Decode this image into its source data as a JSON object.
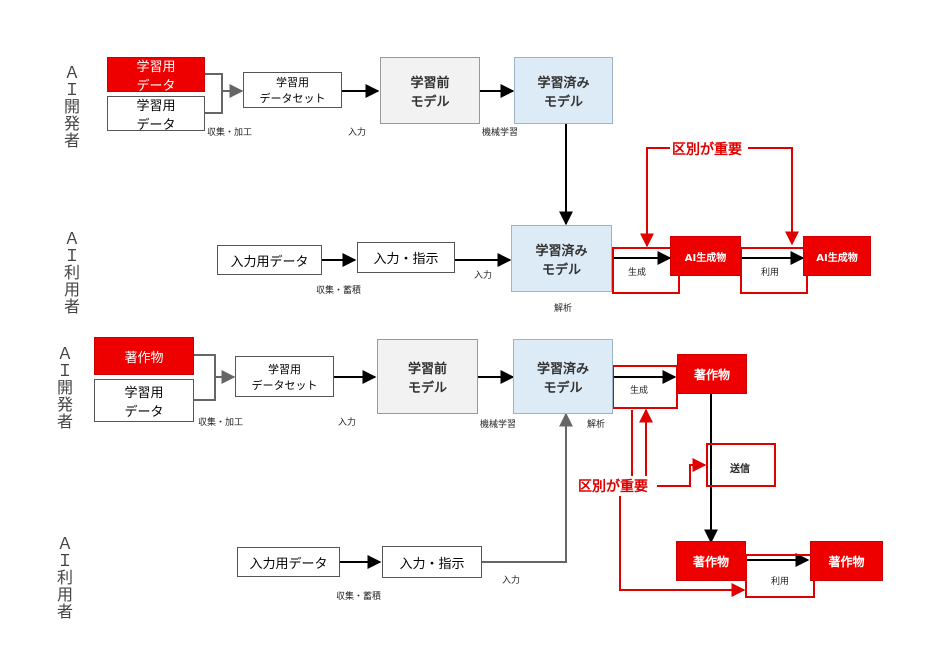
{
  "roles": {
    "developer": "ＡＩ開発者",
    "user": "ＡＩ利用者"
  },
  "top": {
    "data_red": "学習用\nデータ",
    "data_white": "学習用\nデータ",
    "dataset": "学習用\nデータセット",
    "pre_model": "学習前\nモデル",
    "trained_model_dev": "学習済み\nモデル",
    "label_collect": "収集・加工",
    "label_input": "入力",
    "label_ml": "機械学習",
    "user_input_data": "入力用データ",
    "user_instruction": "入力・指示",
    "trained_model_user": "学習済み\nモデル",
    "label_collect_store": "収集・蓄積",
    "label_input_user": "入力",
    "label_analysis": "解析",
    "label_generate": "生成",
    "output_1": "AI生成物",
    "label_use": "利用",
    "output_2": "AI生成物",
    "callout": "区別が重要"
  },
  "bottom": {
    "data_red": "著作物",
    "data_white": "学習用\nデータ",
    "dataset": "学習用\nデータセット",
    "pre_model": "学習前\nモデル",
    "trained_model": "学習済み\nモデル",
    "label_collect": "収集・加工",
    "label_input": "入力",
    "label_ml": "機械学習",
    "label_analysis": "解析",
    "label_generate": "生成",
    "output_top": "著作物",
    "label_send": "送信",
    "callout": "区別が重要",
    "output_left": "著作物",
    "label_use": "利用",
    "output_right": "著作物",
    "user_input_data": "入力用データ",
    "user_instruction": "入力・指示",
    "label_collect_store": "収集・蓄積",
    "label_input_user": "入力"
  },
  "colors": {
    "accent_red": "#ee0000",
    "model_pre_fill": "#f2f2f2",
    "model_trained_fill": "#ddebf7"
  }
}
